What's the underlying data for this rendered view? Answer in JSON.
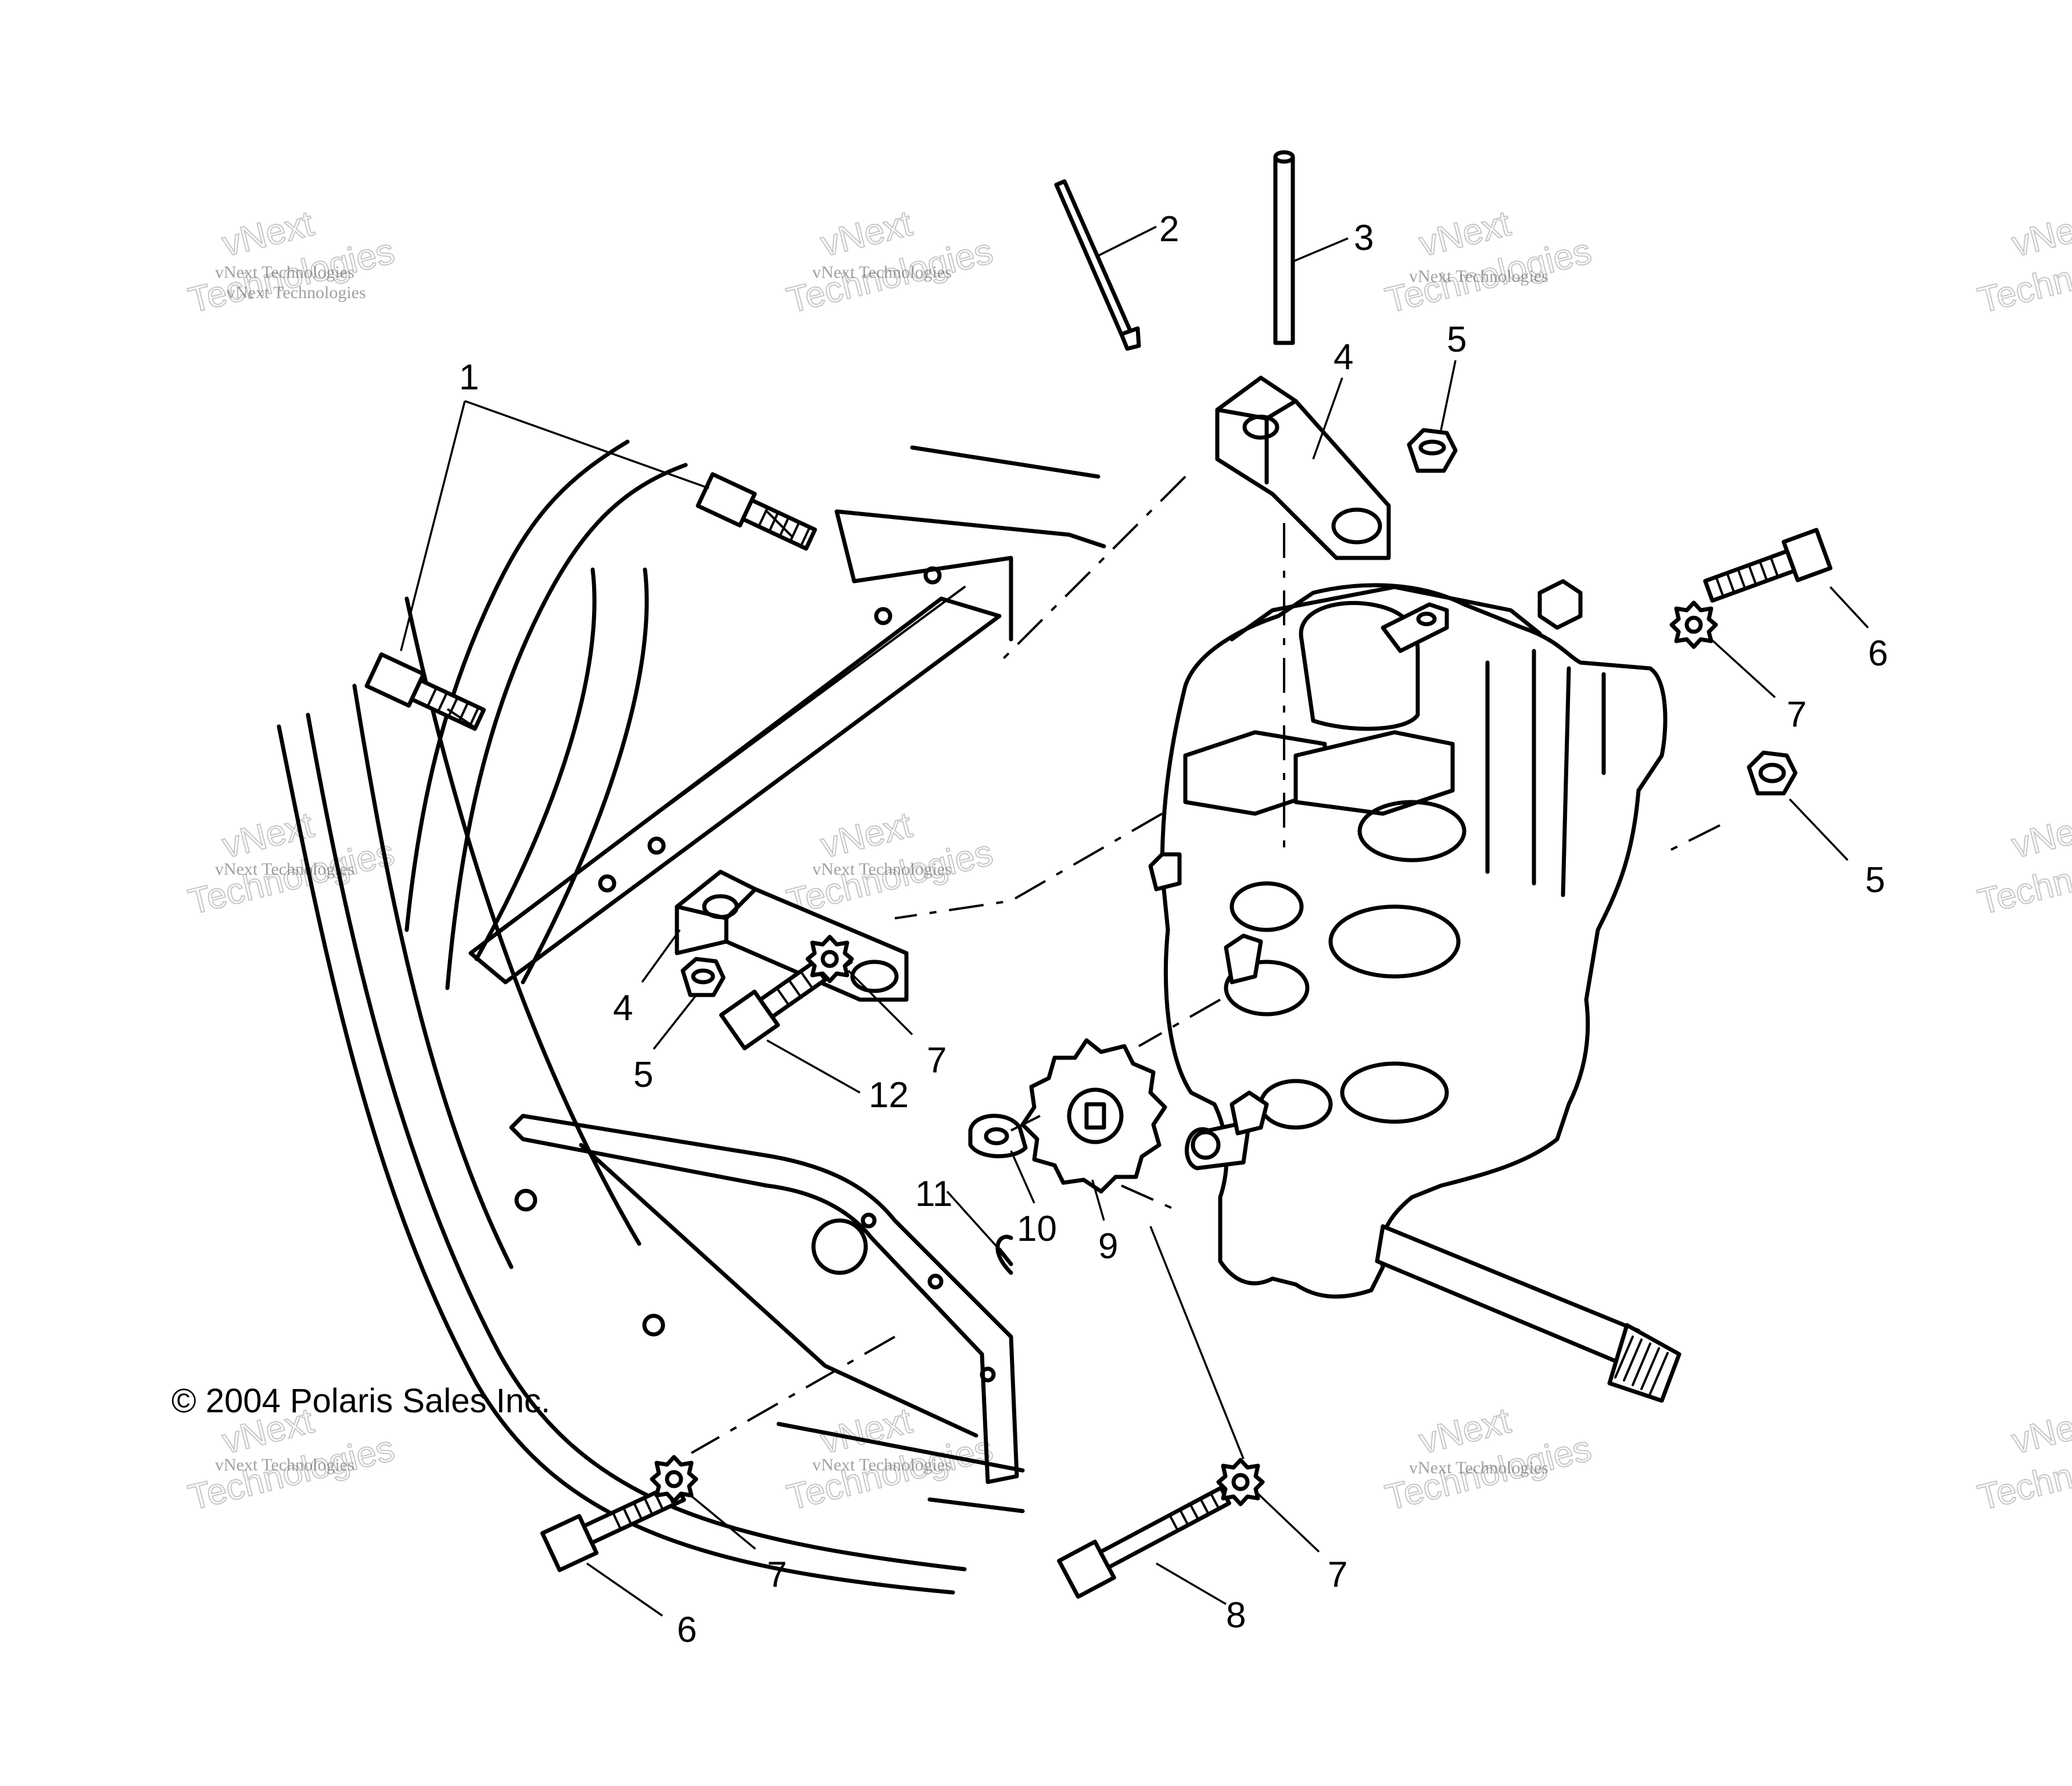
{
  "copyright": "© 2004 Polaris Sales Inc.",
  "watermark": {
    "line_small": "vNext Technologies",
    "line_big_top": "vNext",
    "line_big_bottom": "Technologies"
  },
  "callouts": {
    "c1": "1",
    "c2": "2",
    "c3": "3",
    "c4_top": "4",
    "c4_left": "4",
    "c5_top": "5",
    "c5_right": "5",
    "c5_left": "5",
    "c6_right": "6",
    "c6_bottom": "6",
    "c7_right": "7",
    "c7_left": "7",
    "c7_bottom_left": "7",
    "c7_bottom_right": "7",
    "c8": "8",
    "c9": "9",
    "c10": "10",
    "c11": "11",
    "c12": "12"
  }
}
